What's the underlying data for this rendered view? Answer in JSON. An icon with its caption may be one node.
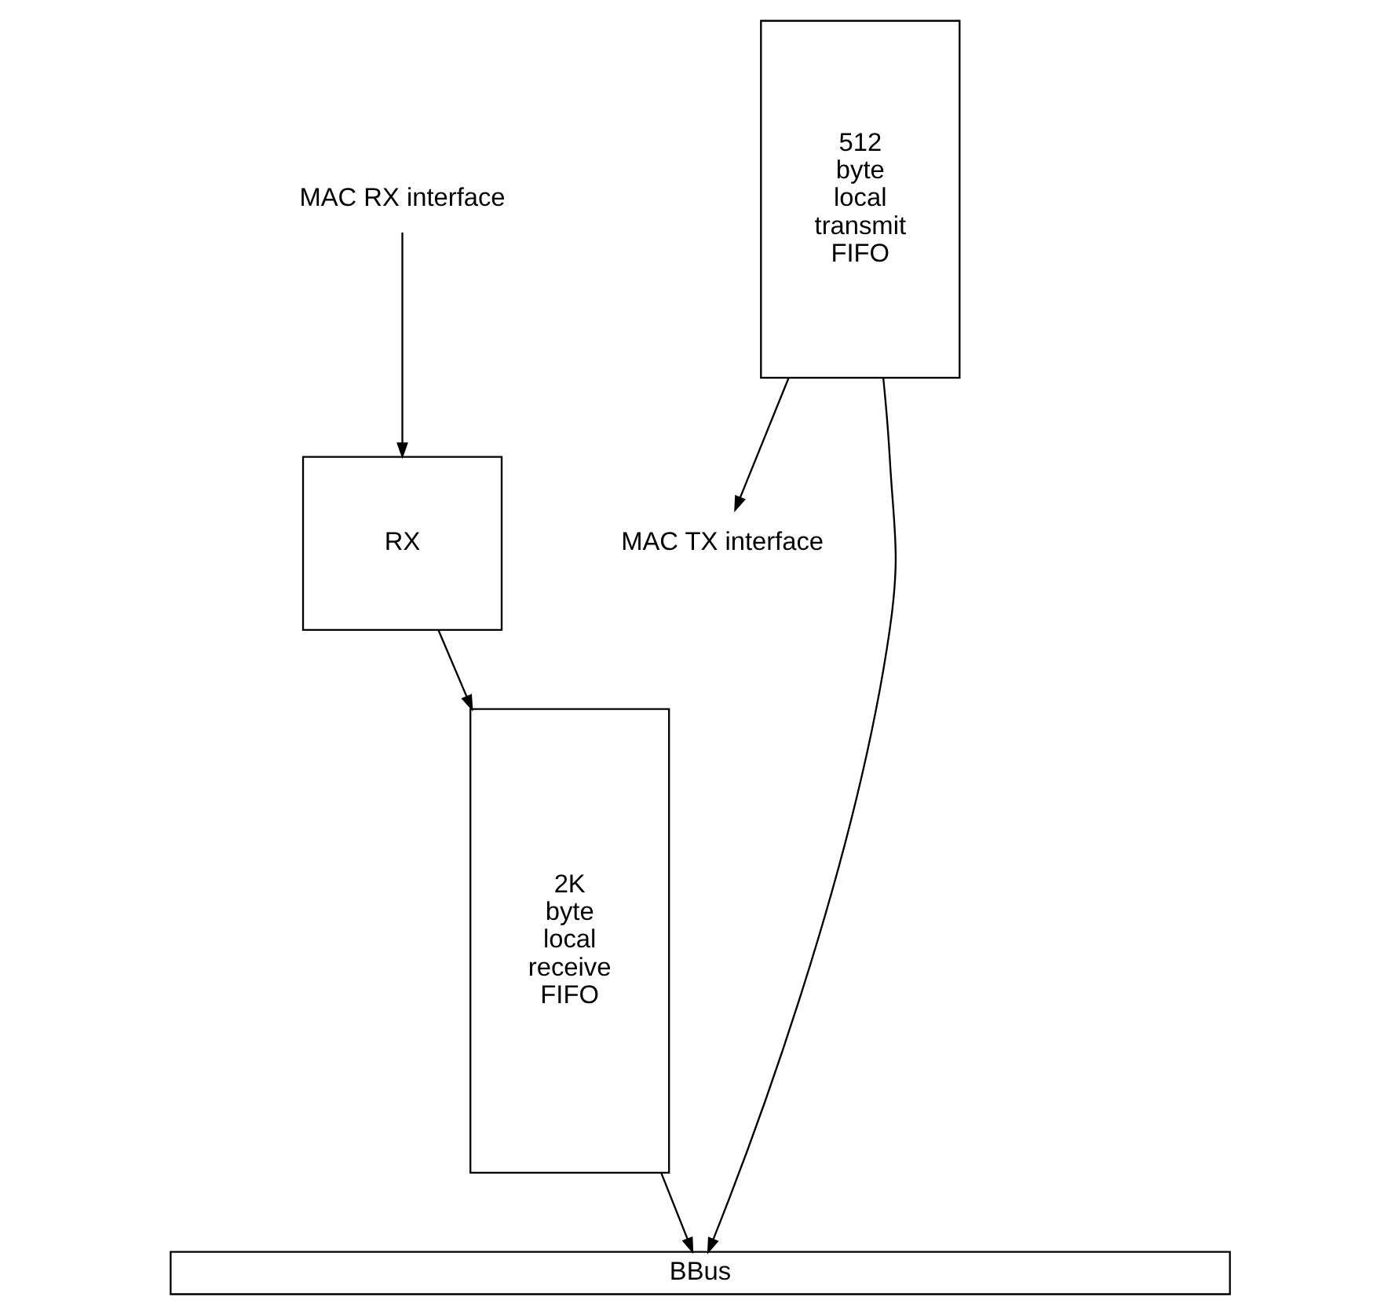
{
  "diagram": {
    "nodes": [
      {
        "text": [
          "MAC RX interface"
        ]
      },
      {
        "text": [
          "RX"
        ]
      },
      {
        "text": [
          "MAC TX interface"
        ]
      },
      {
        "text": [
          "512 byte local transmit FIFO"
        ]
      },
      {
        "text": [
          "2K byte local receive FIFO"
        ]
      },
      {
        "text": [
          "BBus"
        ]
      }
    ],
    "edges": [
      {
        "from": 0,
        "to": 1,
        "arrow": "to"
      },
      {
        "from": 1,
        "to": 4,
        "arrow": "to"
      },
      {
        "from": 3,
        "to": 2,
        "arrow": "to"
      },
      {
        "from": 3,
        "to": 5,
        "arrow": "to"
      },
      {
        "from": 4,
        "to": 5,
        "arrow": "to"
      }
    ]
  }
}
